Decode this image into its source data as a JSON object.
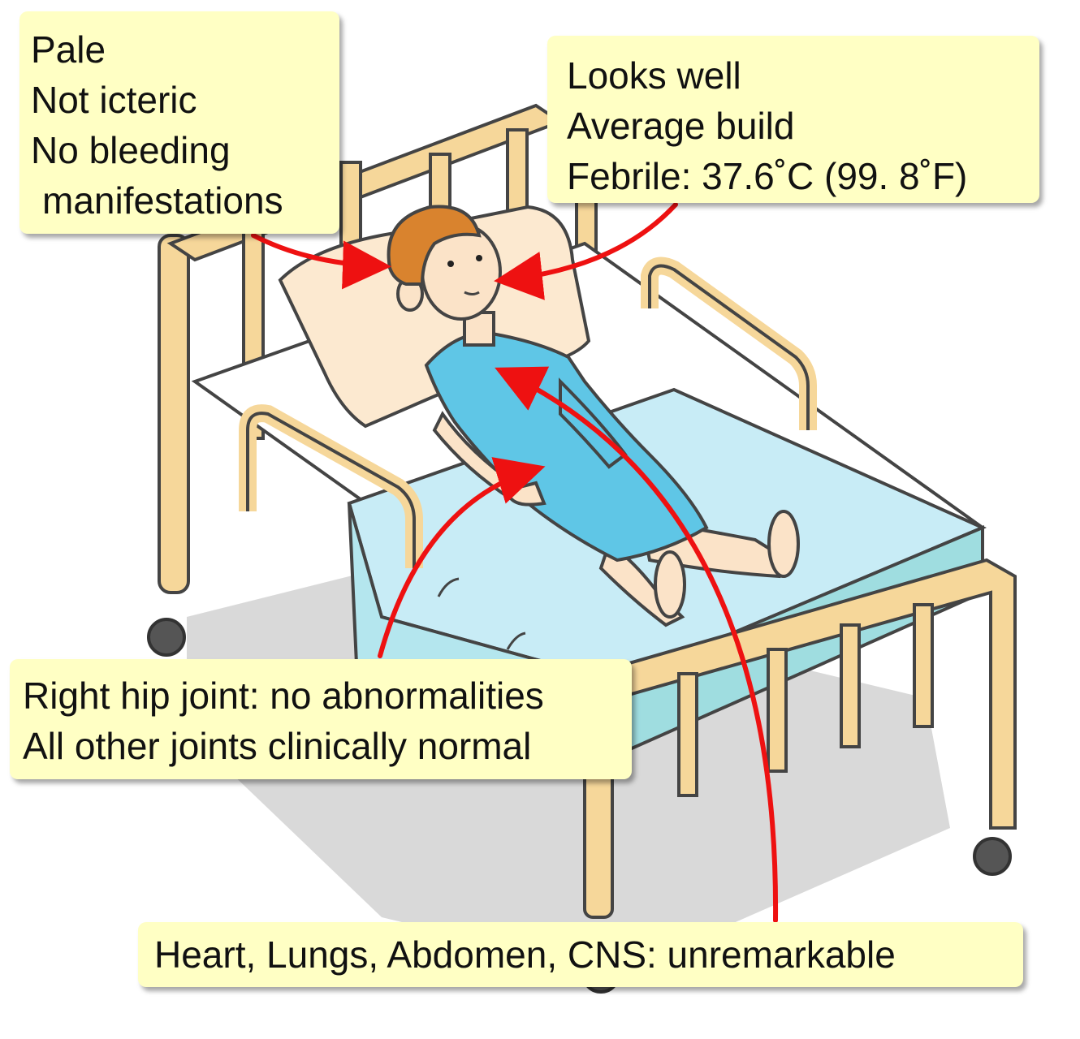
{
  "callouts": {
    "appearance": {
      "lines": [
        "Pale",
        "Not icteric",
        "No bleeding",
        "manifestations"
      ]
    },
    "general": {
      "lines": [
        "Looks well",
        "Average build",
        "Febrile: 37.6˚C (99. 8˚F)"
      ]
    },
    "joints": {
      "lines": [
        "Right hip joint: no abnormalities",
        "All other joints clinically normal"
      ]
    },
    "systems": {
      "lines": [
        "Heart, Lungs, Abdomen, CNS: unremarkable"
      ]
    }
  },
  "colors": {
    "callout_fill": "#ffffc4",
    "arrow": "#ee1111",
    "bed_frame": "#f6d79a",
    "sheet": "#c8ecf6",
    "gown": "#5fc6e6",
    "hair": "#d9832e",
    "skin": "#fbe3c8",
    "shadow": "#d9d9d9"
  }
}
